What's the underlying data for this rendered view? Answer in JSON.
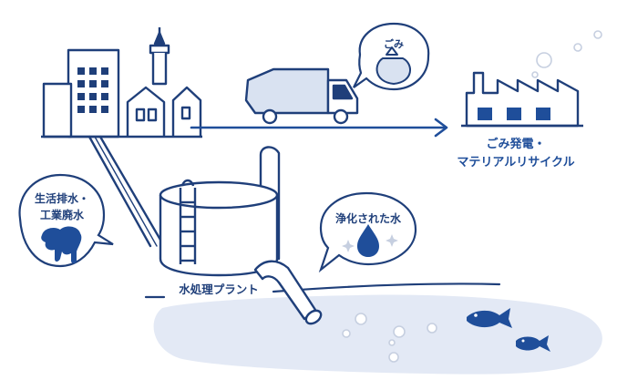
{
  "labels": {
    "garbage_bag": "ごみ",
    "recycle_line1": "ごみ発電・",
    "recycle_line2": "マテリアルリサイクル",
    "wastewater_line1": "生活排水・",
    "wastewater_line2": "工業廃水",
    "purified_water": "浄化された水",
    "plant": "水処理プラント"
  },
  "colors": {
    "primary": "#1f4e9a",
    "dark": "#1f3f7a",
    "light_fill": "#d9e2f1",
    "water": "#e3e9f5"
  },
  "icons": [
    "city-buildings-icon",
    "garbage-truck-icon",
    "garbage-bag-icon",
    "factory-icon",
    "wastewater-stain-icon",
    "water-drop-icon",
    "fish-icon",
    "water-tank-icon",
    "bubble-icon"
  ]
}
